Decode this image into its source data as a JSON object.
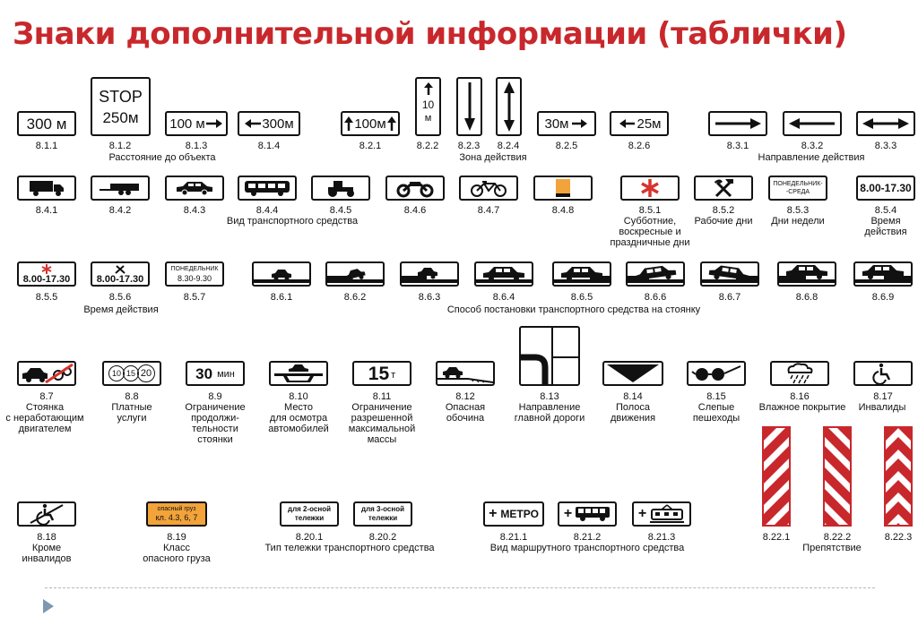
{
  "title": "Знаки дополнительной информации (таблички)",
  "colors": {
    "title": "#c8282c",
    "stripe_red": "#c8282c",
    "orange": "#f2a33a",
    "nav_triangle": "#7d98b3"
  },
  "row1": {
    "signs": [
      {
        "code": "8.1.1",
        "text": "300 м"
      },
      {
        "code": "8.1.2",
        "text_top": "STOP",
        "text_bottom": "250м"
      },
      {
        "code": "8.1.3",
        "text": "100 м"
      },
      {
        "code": "8.1.4",
        "text": "300м"
      },
      {
        "code": "8.2.1",
        "text": "100м"
      },
      {
        "code": "8.2.2",
        "text_top": "10",
        "text_bottom": "м"
      },
      {
        "code": "8.2.3"
      },
      {
        "code": "8.2.4"
      },
      {
        "code": "8.2.5",
        "text": "30м"
      },
      {
        "code": "8.2.6",
        "text": "25м"
      },
      {
        "code": "8.3.1"
      },
      {
        "code": "8.3.2"
      },
      {
        "code": "8.3.3"
      }
    ],
    "captions": {
      "distance": "Расстояние до объекта",
      "zone": "Зона действия",
      "direction": "Направление действия"
    }
  },
  "row2": {
    "signs": [
      {
        "code": "8.4.1",
        "icon": "truck-icon"
      },
      {
        "code": "8.4.2",
        "icon": "trailer-icon"
      },
      {
        "code": "8.4.3",
        "icon": "car-icon"
      },
      {
        "code": "8.4.4",
        "icon": "bus-icon"
      },
      {
        "code": "8.4.5",
        "icon": "tractor-icon"
      },
      {
        "code": "8.4.6",
        "icon": "motorcycle-icon"
      },
      {
        "code": "8.4.7",
        "icon": "bicycle-icon"
      },
      {
        "code": "8.4.8",
        "icon": "hazard-cargo-icon"
      },
      {
        "code": "8.5.1",
        "icon": "asterisk-icon"
      },
      {
        "code": "8.5.2",
        "icon": "hammer-pick-icon"
      },
      {
        "code": "8.5.3",
        "text_top": "ПОНЕДЕЛЬНИК-",
        "text_bottom": "-СРЕДА"
      },
      {
        "code": "8.5.4",
        "text": "8.00-17.30"
      }
    ],
    "captions": {
      "vehicle": "Вид транспортного средства",
      "c851_1": "Субботние,",
      "c851_2": "воскресные и",
      "c851_3": "праздничные дни",
      "c852": "Рабочие дни",
      "c853": "Дни недели",
      "c854_1": "Время",
      "c854_2": "действия"
    }
  },
  "row3": {
    "signs": [
      {
        "code": "8.5.5",
        "text": "8.00-17.30"
      },
      {
        "code": "8.5.6",
        "text": "8.00-17.30"
      },
      {
        "code": "8.5.7",
        "text_top": "ПОНЕДЕЛЬНИК",
        "text_bottom": "8.30-9.30"
      },
      {
        "code": "8.6.1"
      },
      {
        "code": "8.6.2"
      },
      {
        "code": "8.6.3"
      },
      {
        "code": "8.6.4"
      },
      {
        "code": "8.6.5"
      },
      {
        "code": "8.6.6"
      },
      {
        "code": "8.6.7"
      },
      {
        "code": "8.6.8"
      },
      {
        "code": "8.6.9"
      }
    ],
    "captions": {
      "time": "Время действия",
      "parking": "Способ постановки транспортного средства на стоянку"
    }
  },
  "row4": {
    "signs": [
      {
        "code": "8.7",
        "lines": [
          "Стоянка",
          "с неработающим",
          "двигателем"
        ]
      },
      {
        "code": "8.8",
        "text_a": "10",
        "text_b": "15",
        "text_c": "20",
        "lines": [
          "Платные",
          "услуги"
        ]
      },
      {
        "code": "8.9",
        "text": "30",
        "text_small": "мин",
        "lines": [
          "Ограничение",
          "продолжи-",
          "тельности",
          "стоянки"
        ]
      },
      {
        "code": "8.10",
        "lines": [
          "Место",
          "для осмотра",
          "автомобилей"
        ]
      },
      {
        "code": "8.11",
        "text": "15",
        "text_small": "т",
        "lines": [
          "Ограничение",
          "разрешенной",
          "максимальной",
          "массы"
        ]
      },
      {
        "code": "8.12",
        "lines": [
          "Опасная",
          "обочина"
        ]
      },
      {
        "code": "8.13",
        "lines": [
          "Направление",
          "главной дороги"
        ]
      },
      {
        "code": "8.14",
        "lines": [
          "Полоса",
          "движения"
        ]
      },
      {
        "code": "8.15",
        "lines": [
          "Слепые",
          "пешеходы"
        ]
      },
      {
        "code": "8.16",
        "lines": [
          "Влажное покрытие"
        ]
      },
      {
        "code": "8.17",
        "lines": [
          "Инвалиды"
        ]
      }
    ]
  },
  "row5": {
    "signs": [
      {
        "code": "8.18",
        "lines": [
          "Кроме",
          "инвалидов"
        ]
      },
      {
        "code": "8.19",
        "text_top": "опасный груз",
        "text_bottom": "кл. 4.3, 6, 7",
        "lines": [
          "Класс",
          "опасного груза"
        ]
      },
      {
        "code": "8.20.1",
        "text_top": "для 2-осной",
        "text_bottom": "тележки"
      },
      {
        "code": "8.20.2",
        "text_top": "для 3-осной",
        "text_bottom": "тележки"
      },
      {
        "code": "8.21.1",
        "text": "МЕТРО"
      },
      {
        "code": "8.21.2"
      },
      {
        "code": "8.21.3"
      },
      {
        "code": "8.22.1"
      },
      {
        "code": "8.22.2"
      },
      {
        "code": "8.22.3"
      }
    ],
    "captions": {
      "bogie": "Тип тележки транспортного средства",
      "route": "Вид маршрутного транспортного средства",
      "obstacle": "Препятствие"
    }
  }
}
